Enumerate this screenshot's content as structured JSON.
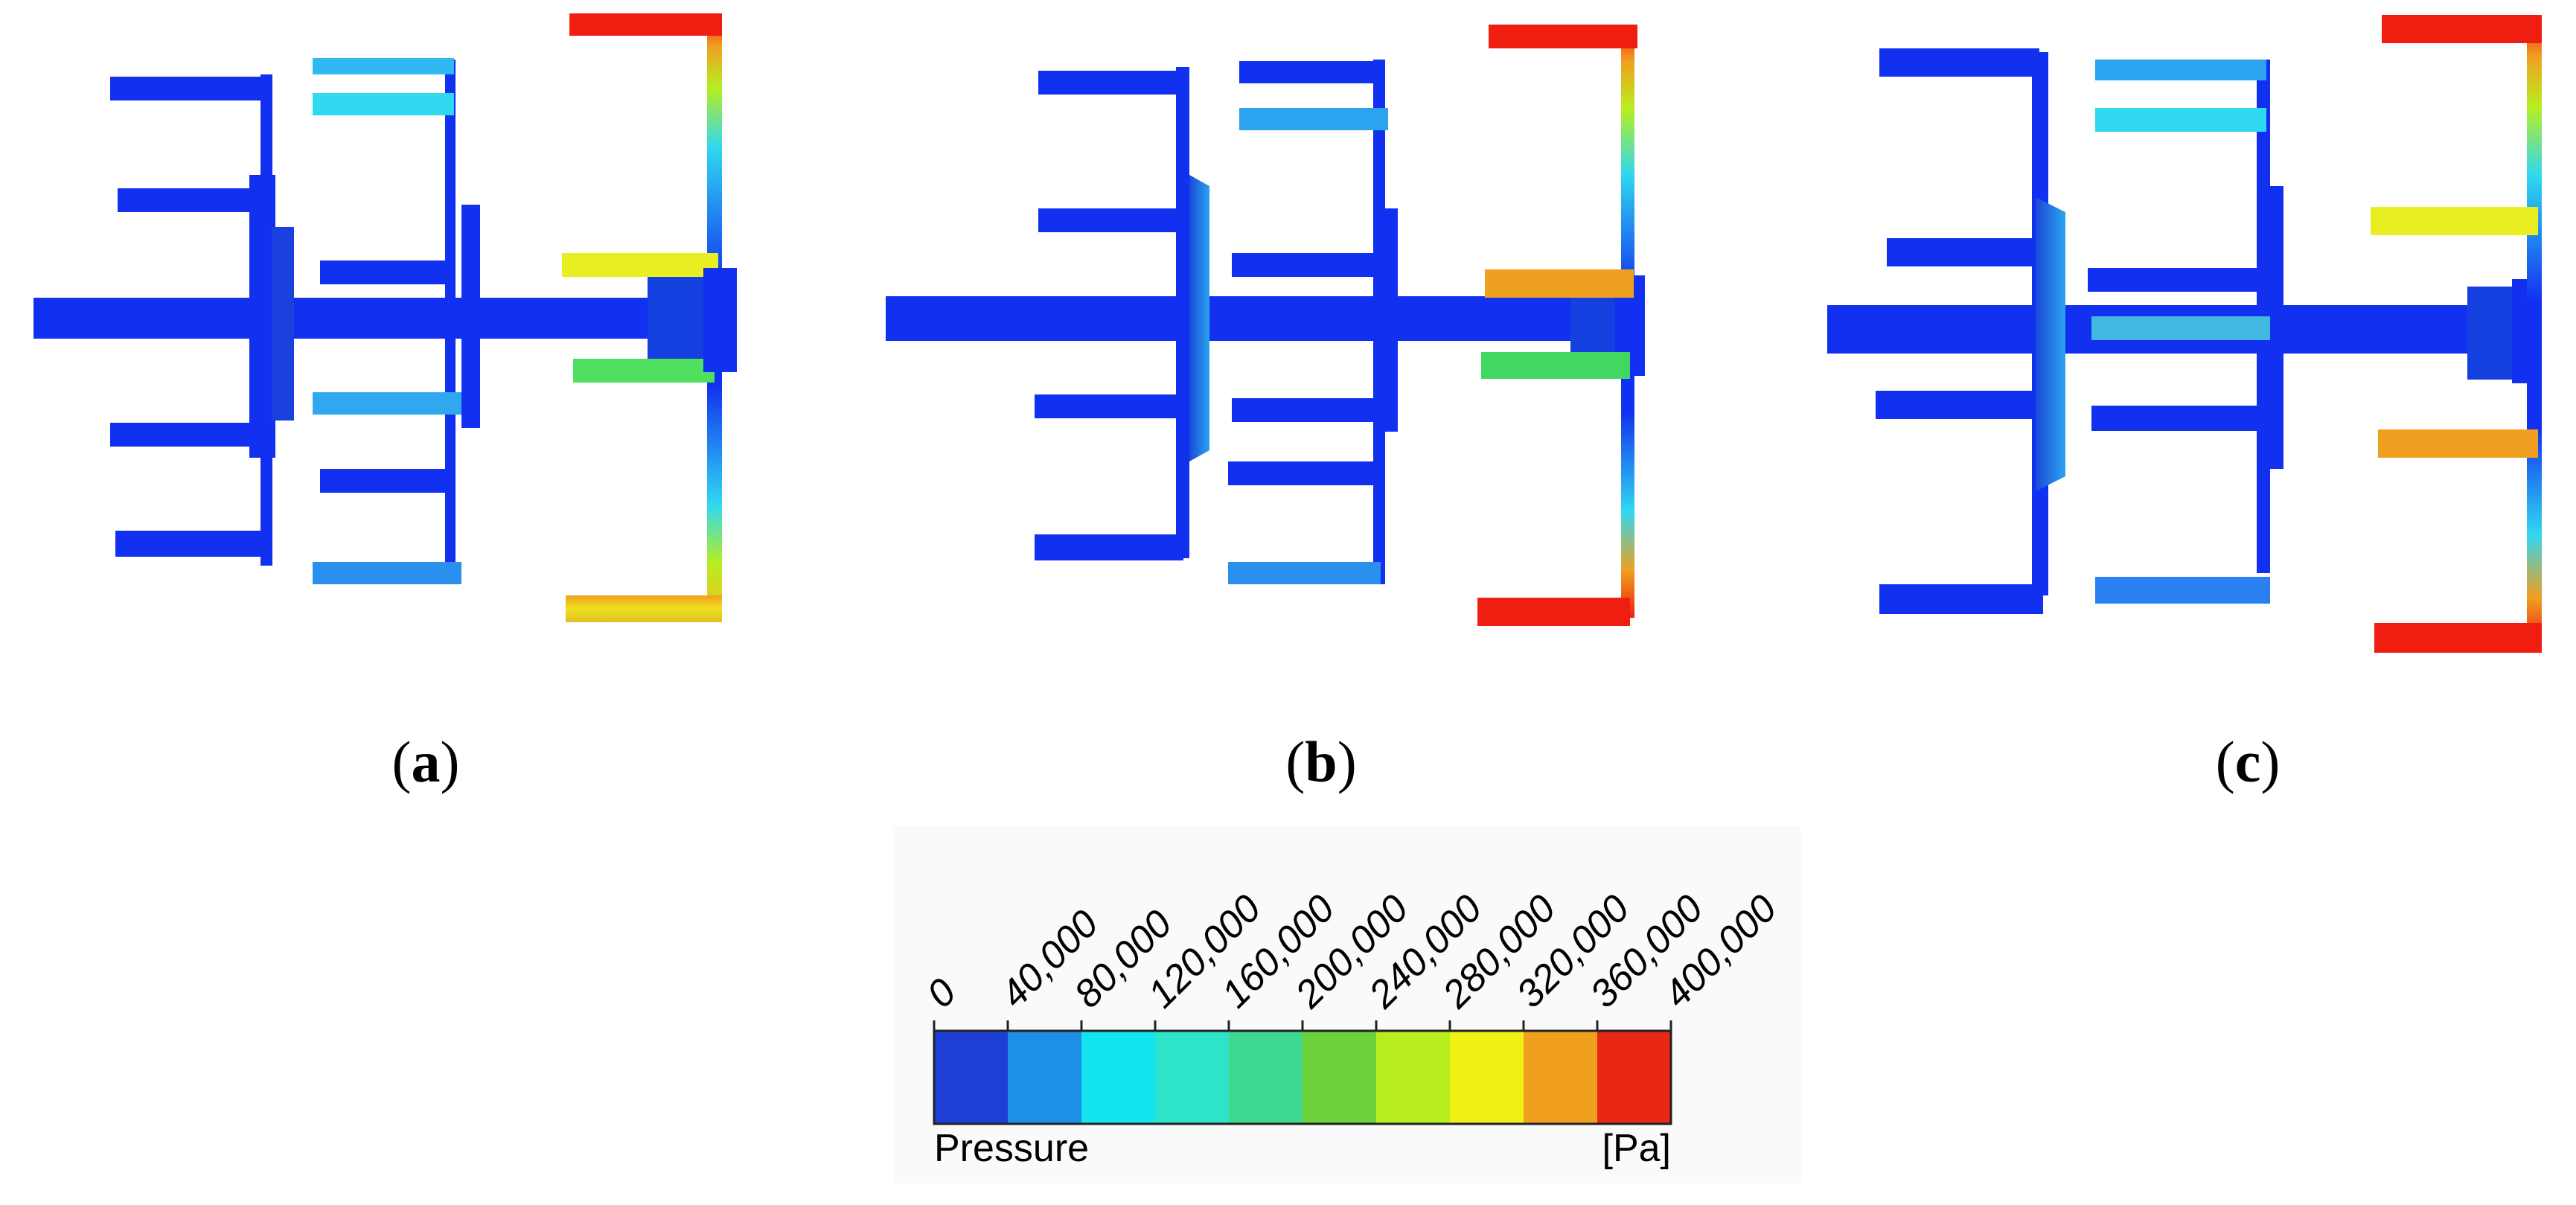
{
  "figure": {
    "panels": [
      {
        "id": "a",
        "caption_pre": "(",
        "caption_letter": "a",
        "caption_post": ")"
      },
      {
        "id": "b",
        "caption_pre": "(",
        "caption_letter": "b",
        "caption_post": ")"
      },
      {
        "id": "c",
        "caption_pre": "(",
        "caption_letter": "c",
        "caption_post": ")"
      }
    ]
  },
  "legend": {
    "quantity": "Pressure",
    "unit": "[Pa]",
    "ticks": [
      "0",
      "40,000",
      "80,000",
      "120,000",
      "160,000",
      "200,000",
      "240,000",
      "280,000",
      "320,000",
      "360,000",
      "400,000"
    ],
    "colors": [
      "#1e3fd6",
      "#1e8fe6",
      "#14e4f0",
      "#2ee4c8",
      "#3ed890",
      "#6ed23a",
      "#b8ee1e",
      "#f0f014",
      "#f0a01e",
      "#e82814"
    ]
  },
  "colors": {
    "blue": "#1230f0",
    "light_blue": "#2aa4ee",
    "cyan": "#30d8f0",
    "teal": "#40d8c8",
    "green": "#40e060",
    "yellow": "#e8ee20",
    "orange": "#f0a020",
    "red": "#f01e10"
  }
}
